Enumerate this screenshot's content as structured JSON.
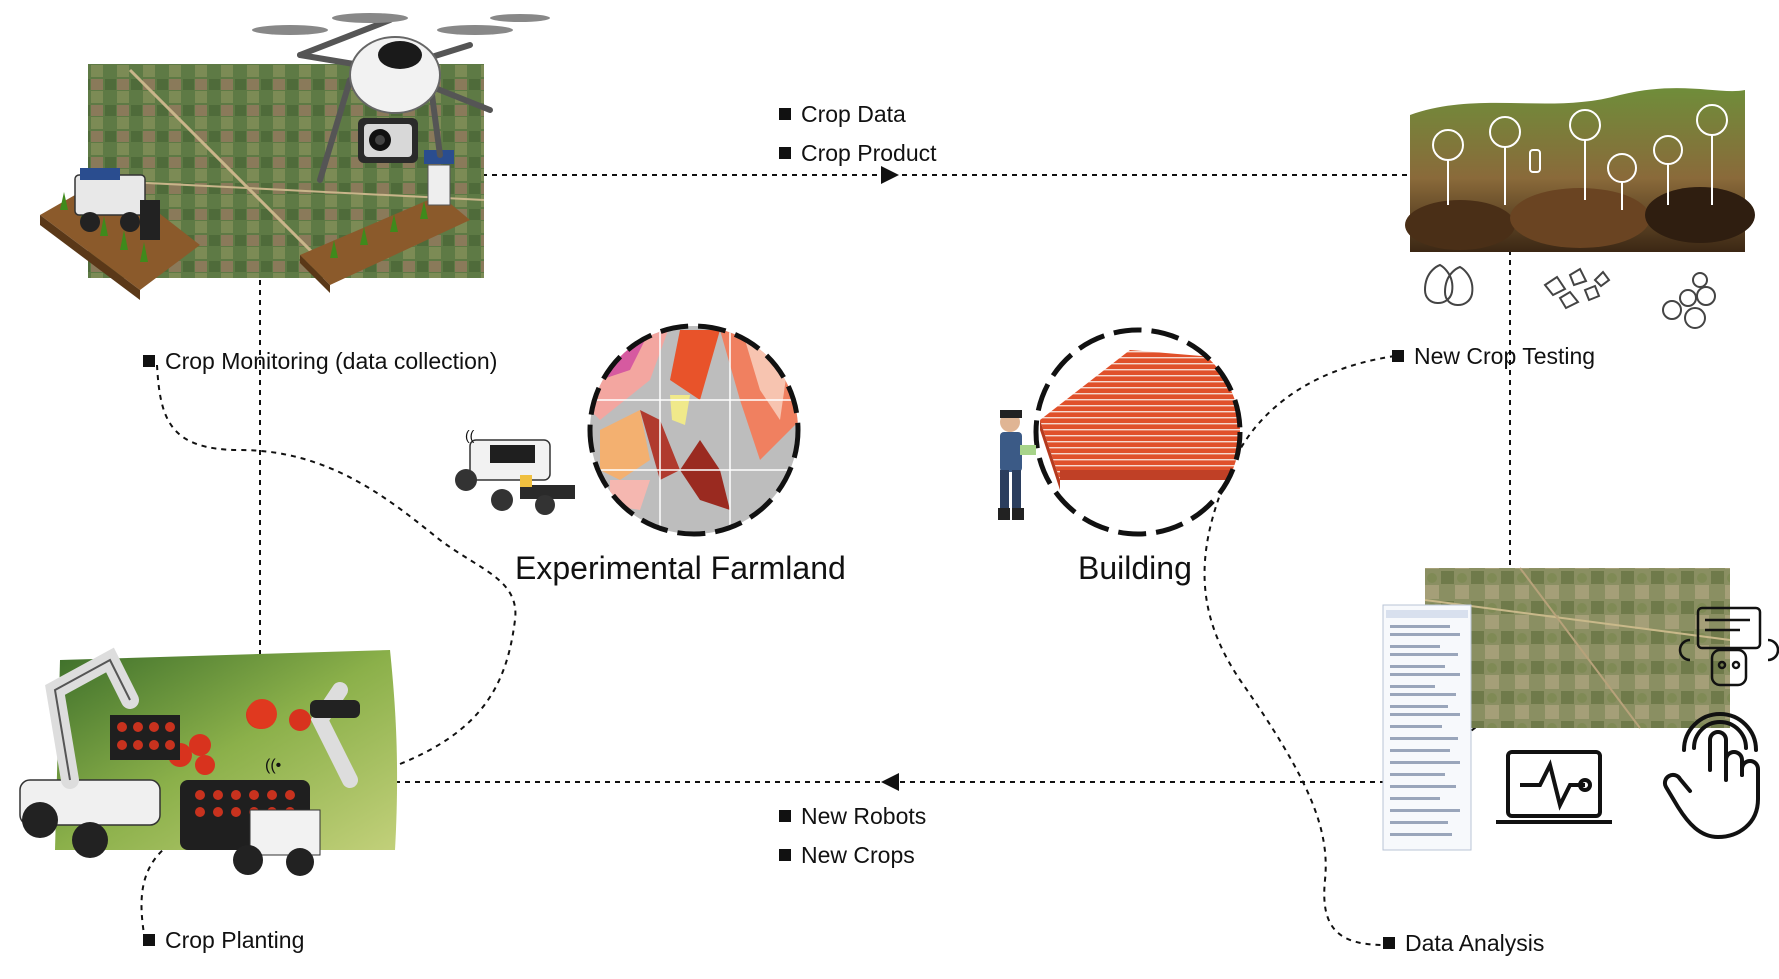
{
  "flows": {
    "top": [
      "Crop Data",
      "Crop Product"
    ],
    "bottom": [
      "New Robots",
      "New Crops"
    ]
  },
  "stages": {
    "crop_monitoring": "Crop Monitoring (data collection)",
    "new_crop_testing": "New Crop Testing",
    "crop_planting": "Crop Planting",
    "data_analysis": "Data Analysis"
  },
  "centers": {
    "farmland": "Experimental Farmland",
    "building": "Building"
  },
  "colors": {
    "line": "#111111",
    "farmland_red": "#e8532a",
    "building_orange": "#e0502a",
    "soil": "#5a3a22",
    "leaf": "#3f7a1c"
  },
  "icons": [
    "drone-icon",
    "farm-robot-icon",
    "soil-sensor-icon",
    "seed-icon",
    "harvester-robot-icon",
    "farmer-icon",
    "robot-arm-icon",
    "monitor-icon",
    "touch-hand-icon",
    "ai-robot-icon"
  ]
}
